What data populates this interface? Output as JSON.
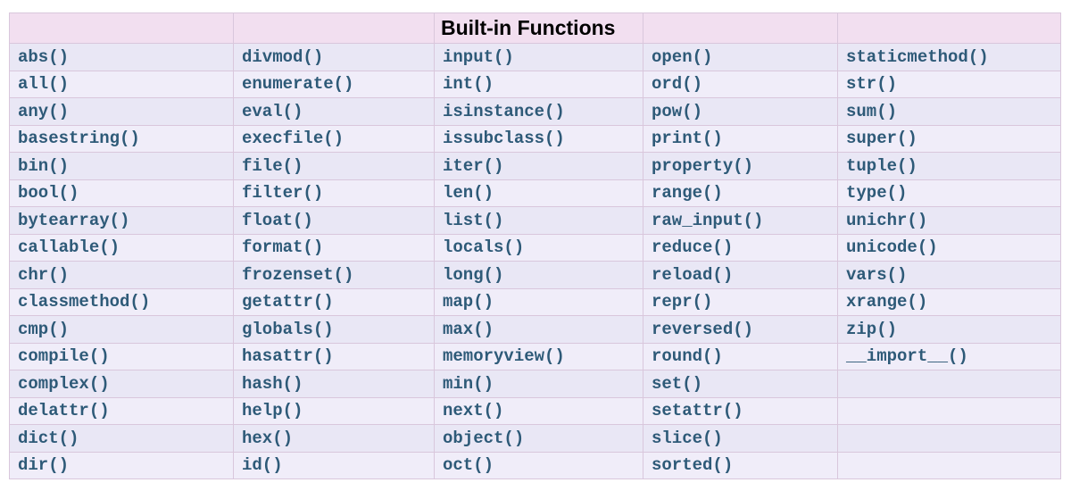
{
  "title": "Built-in Functions",
  "colors": {
    "header_bg": "#f2dff0",
    "row_even_bg": "#e9e7f5",
    "row_odd_bg": "#f0edf9",
    "border": "#d9c7dc",
    "text": "#2e5a78",
    "title_color": "#000000",
    "page_bg": "#ffffff"
  },
  "table": {
    "header": [
      "",
      "",
      "Built-in Functions",
      "",
      ""
    ],
    "rows": [
      [
        "abs()",
        "divmod()",
        "input()",
        "open()",
        "staticmethod()"
      ],
      [
        "all()",
        "enumerate()",
        "int()",
        "ord()",
        "str()"
      ],
      [
        "any()",
        "eval()",
        "isinstance()",
        "pow()",
        "sum()"
      ],
      [
        "basestring()",
        "execfile()",
        "issubclass()",
        "print()",
        "super()"
      ],
      [
        "bin()",
        "file()",
        "iter()",
        "property()",
        "tuple()"
      ],
      [
        "bool()",
        "filter()",
        "len()",
        "range()",
        "type()"
      ],
      [
        "bytearray()",
        "float()",
        "list()",
        "raw_input()",
        "unichr()"
      ],
      [
        "callable()",
        "format()",
        "locals()",
        "reduce()",
        "unicode()"
      ],
      [
        "chr()",
        "frozenset()",
        "long()",
        "reload()",
        "vars()"
      ],
      [
        "classmethod()",
        "getattr()",
        "map()",
        "repr()",
        "xrange()"
      ],
      [
        "cmp()",
        "globals()",
        "max()",
        "reversed()",
        "zip()"
      ],
      [
        "compile()",
        "hasattr()",
        "memoryview()",
        "round()",
        "__import__()"
      ],
      [
        "complex()",
        "hash()",
        "min()",
        "set()",
        ""
      ],
      [
        "delattr()",
        "help()",
        "next()",
        "setattr()",
        ""
      ],
      [
        "dict()",
        "hex()",
        "object()",
        "slice()",
        ""
      ],
      [
        "dir()",
        "id()",
        "oct()",
        "sorted()",
        ""
      ]
    ]
  }
}
